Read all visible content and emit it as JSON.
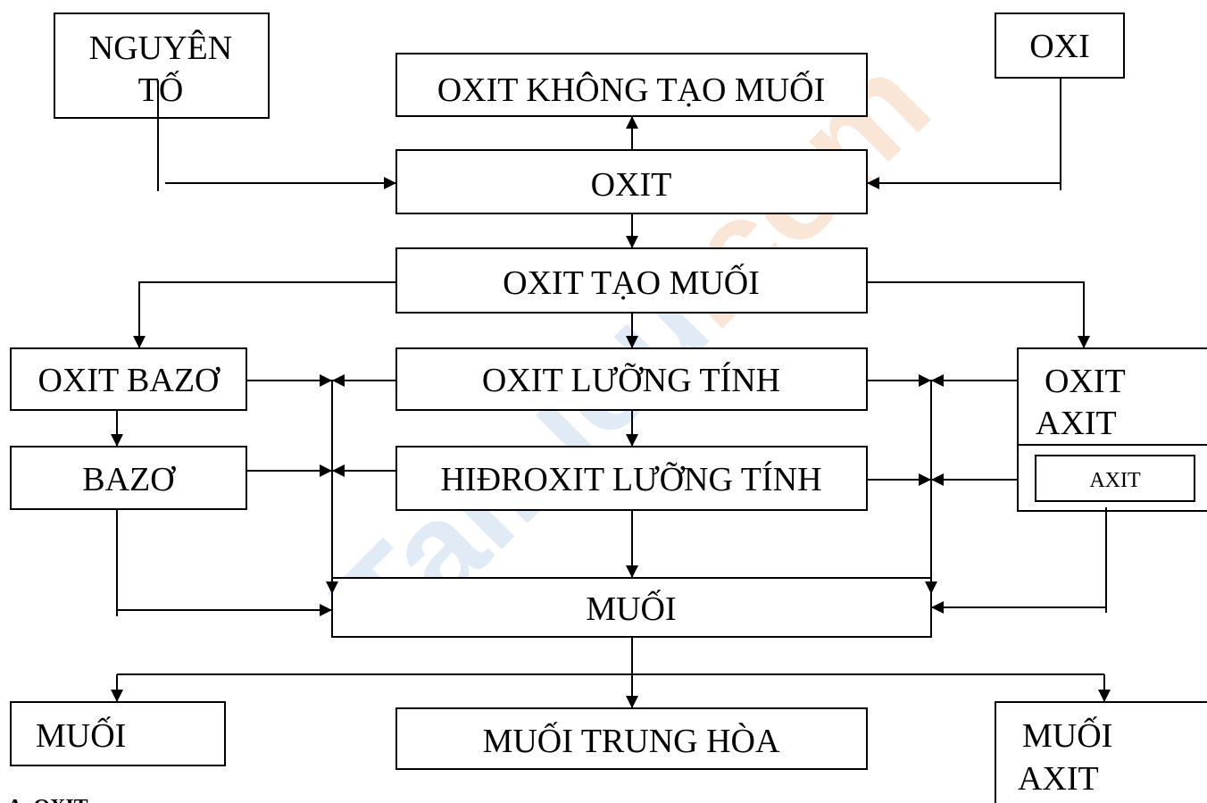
{
  "watermark": {
    "text_main": "TaiLieu",
    "text_suffix": ".com",
    "color_main": "#c9dcef",
    "color_suffix": "#f7d3b8"
  },
  "nodes": {
    "nguyen_to_line1": "NGUYÊN",
    "nguyen_to_line2": "TỐ",
    "oxi": "OXI",
    "oxit_khong_tao_muoi": "OXIT KHÔNG TẠO MUỐI",
    "oxit": "OXIT",
    "oxit_tao_muoi": "OXIT TẠO MUỐI",
    "oxit_bazo": "OXIT BAZƠ",
    "oxit_luong_tinh": "OXIT LƯỠNG TÍNH",
    "oxit_axit_line1": "OXIT",
    "oxit_axit_line2": "AXIT",
    "bazo": "BAZƠ",
    "hidroxit_luong_tinh": "HIĐROXIT LƯỠNG TÍNH",
    "axit": "AXIT",
    "muoi_center": "MUỐI",
    "muoi_left": "MUỐI",
    "muoi_trung_hoa": "MUỐI TRUNG HÒA",
    "muoi_axit_line1": "MUỐI",
    "muoi_axit_line2": "AXIT"
  },
  "footer_heading": "A. OXIT"
}
